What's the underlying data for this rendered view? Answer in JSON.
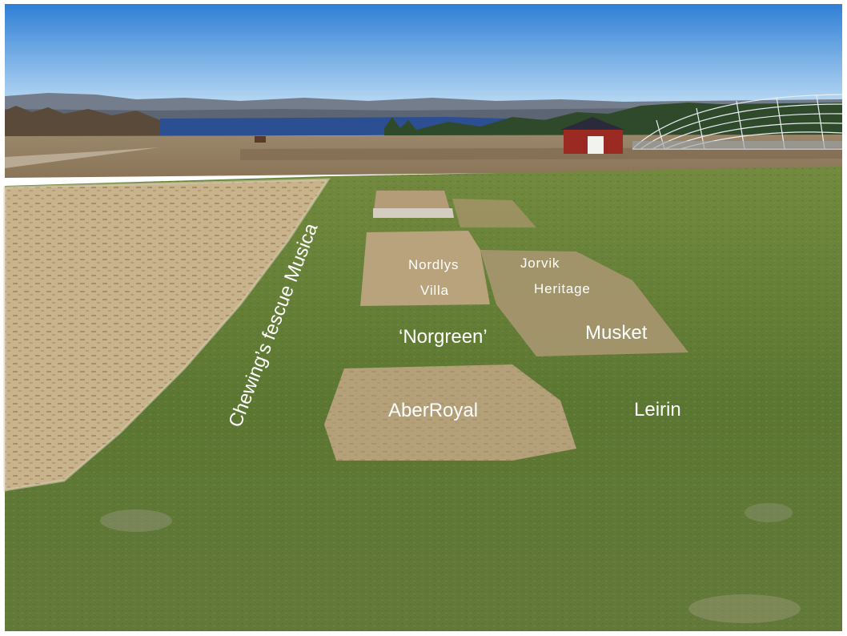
{
  "photo": {
    "labels": {
      "musica": "Chewing’s fescue Musica",
      "nordlys": "Nordlys",
      "villa": "Villa",
      "jorvik": "Jorvik",
      "heritage": "Heritage",
      "norgreen": "‘Norgreen’",
      "musket": "Musket",
      "aberroyal": "AberRoyal",
      "leirin": "Leirin"
    },
    "colors": {
      "sky_top": "#2f7fd6",
      "sky_bottom": "#b9dcf5",
      "lake": "#2c4f93",
      "hills": "#6b7686",
      "grass": "#5f7a34",
      "dead_grass": "#c8b48f",
      "shed_red": "#9b2b22",
      "label_text": "#ffffff"
    }
  }
}
